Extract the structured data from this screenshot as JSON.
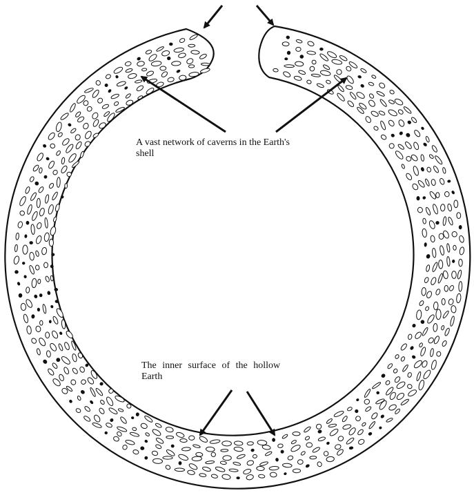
{
  "labels": {
    "caverns": {
      "line1": "A vast network of caverns in the Earth's",
      "line2": "shell"
    },
    "inner_surface": {
      "line1": "The inner surface of the hollow",
      "line2": "Earth"
    }
  },
  "colors": {
    "ink": "#111111",
    "background": "#ffffff"
  }
}
